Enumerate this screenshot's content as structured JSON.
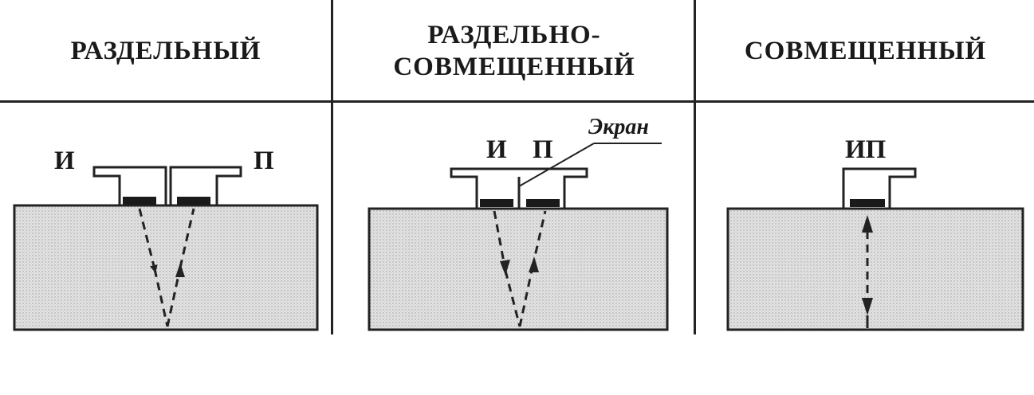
{
  "columns": [
    {
      "title_lines": [
        "РАЗДЕЛЬНЫЙ"
      ],
      "transducer_labels": [
        "И",
        "П"
      ]
    },
    {
      "title_lines": [
        "РАЗДЕЛЬНО-",
        "СОВМЕЩЕННЫЙ"
      ],
      "transducer_labels": [
        "И",
        "П"
      ],
      "callout": "Экран"
    },
    {
      "title_lines": [
        "СОВМЕЩЕННЫЙ"
      ],
      "transducer_labels": [
        "ИП"
      ]
    }
  ],
  "colors": {
    "line": "#222222",
    "block_fill": "#d8d8d8",
    "element": "#1a1a1a",
    "background": "#ffffff"
  }
}
